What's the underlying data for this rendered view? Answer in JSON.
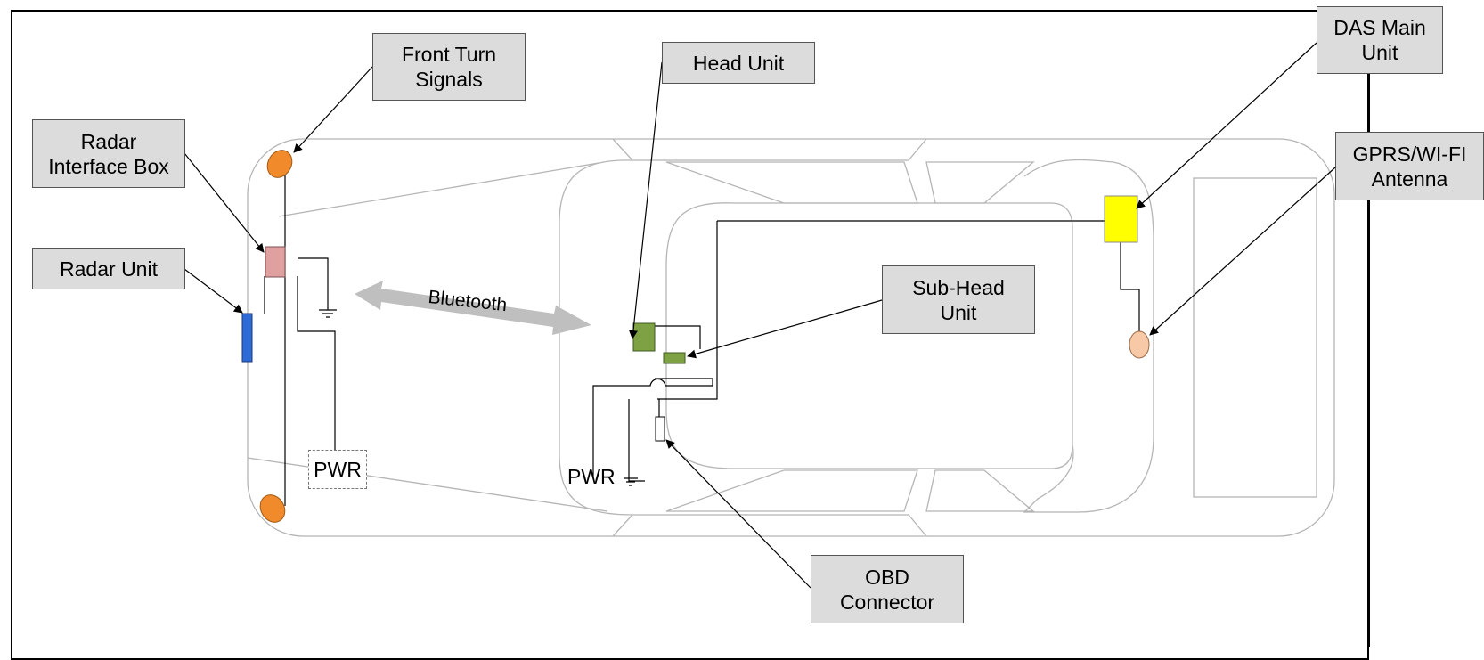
{
  "labels": {
    "front_turn_signals": "Front Turn\nSignals",
    "head_unit": "Head Unit",
    "das_main_unit": "DAS Main\nUnit",
    "radar_interface_box": "Radar\nInterface Box",
    "radar_unit": "Radar Unit",
    "gprs_wifi_antenna": "GPRS/WI-FI\nAntenna",
    "sub_head_unit": "Sub-Head\nUnit",
    "obd_connector": "OBD\nConnector",
    "bluetooth": "Bluetooth",
    "pwr_front": "PWR",
    "pwr_center": "PWR"
  },
  "colors": {
    "callout_fill": "#dcdcdc",
    "turn_signal": "#f08a2b",
    "radar_unit": "#2f6bd6",
    "radar_interface_box": "#e0a0a0",
    "head_unit": "#7ea143",
    "sub_head_unit": "#7ea143",
    "das_main_unit": "#ffff00",
    "gprs_antenna": "#f7c9a6",
    "bluetooth_arrow": "#bfbfbf",
    "car_outline": "#b5b5b5"
  }
}
